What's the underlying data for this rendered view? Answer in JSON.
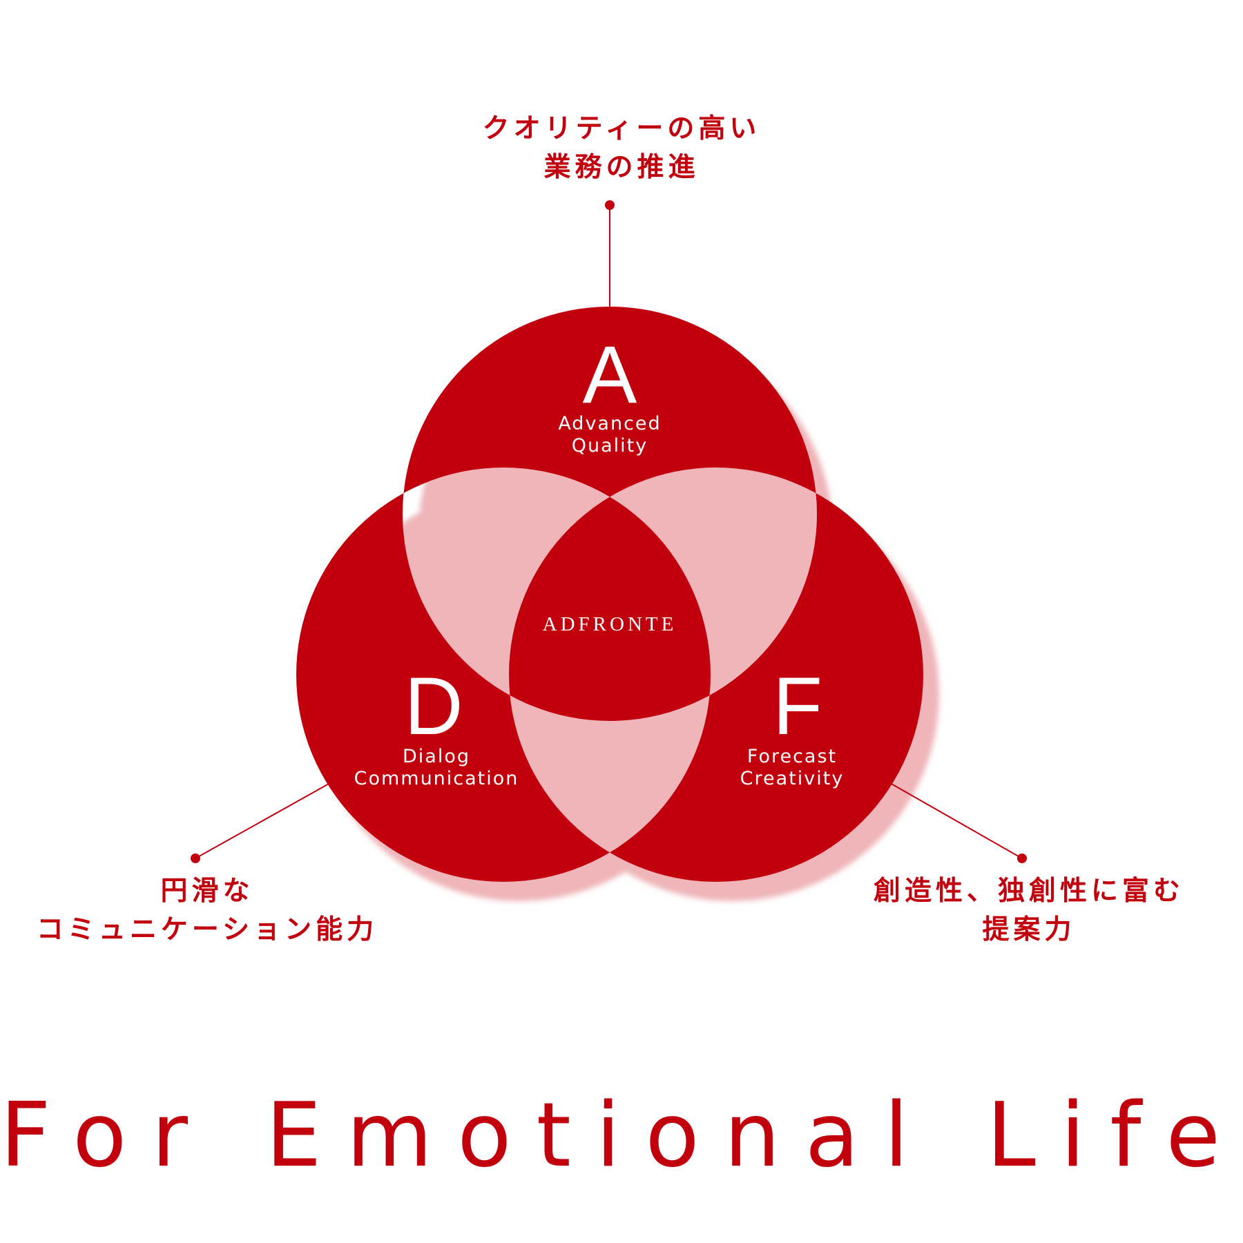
{
  "colors": {
    "primary": "#c2000d",
    "shadow": "#efb5b9",
    "background": "#ffffff",
    "text_on_red": "#ffffff"
  },
  "captions": {
    "top": [
      "クオリティーの高い",
      "業務の推進"
    ],
    "left": [
      "円滑な",
      "コミュニケーション能力"
    ],
    "right": [
      "創造性、独創性に富む",
      "提案力"
    ]
  },
  "circles": {
    "a": {
      "letter": "A",
      "line1": "Advanced",
      "line2": "Quality"
    },
    "d": {
      "letter": "D",
      "line1": "Dialog",
      "line2": "Communication"
    },
    "f": {
      "letter": "F",
      "line1": "Forecast",
      "line2": "Creativity"
    }
  },
  "center_label": "ADFRONTE",
  "tagline": "For Emotional Life"
}
